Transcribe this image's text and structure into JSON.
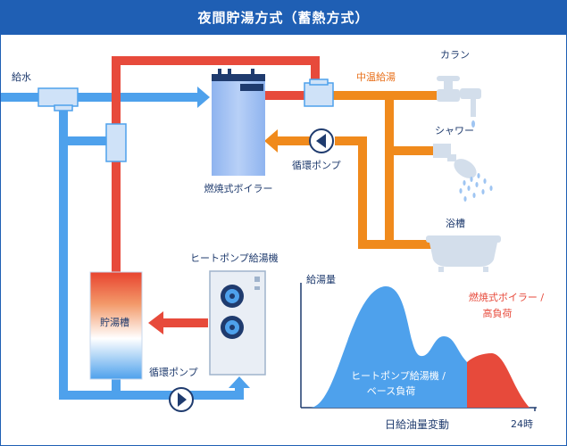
{
  "title": "夜間貯湯方式（蓄熱方式）",
  "labels": {
    "water_supply": "給水",
    "medium_temp_supply": "中温給湯",
    "faucet": "カラン",
    "shower": "シャワー",
    "bathtub": "浴槽",
    "oil_boiler": "燃焼式ボイラー",
    "circ_pump_top": "循環ポンプ",
    "heat_pump": "ヒートポンプ給湯機",
    "storage_tank": "貯湯槽",
    "circ_pump_bottom": "循環ポンプ"
  },
  "load_chart": {
    "ylabel": "給湯量",
    "xlabel": "日給油量変動",
    "x_end_label": "24時",
    "base_load_label_line1": "ヒートポンプ給湯機 /",
    "base_load_label_line2": "ベース負荷",
    "peak_load_label_line1": "燃焼式ボイラー /",
    "peak_load_label_line2": "高負荷"
  },
  "colors": {
    "title_bar": "#1f5fb4",
    "cold_pipe": "#4ea1ec",
    "hot_pipe": "#e74a3b",
    "medium_pipe": "#f08a1c",
    "base_load_fill": "#4ea1ec",
    "peak_load_fill": "#e74a3b"
  }
}
